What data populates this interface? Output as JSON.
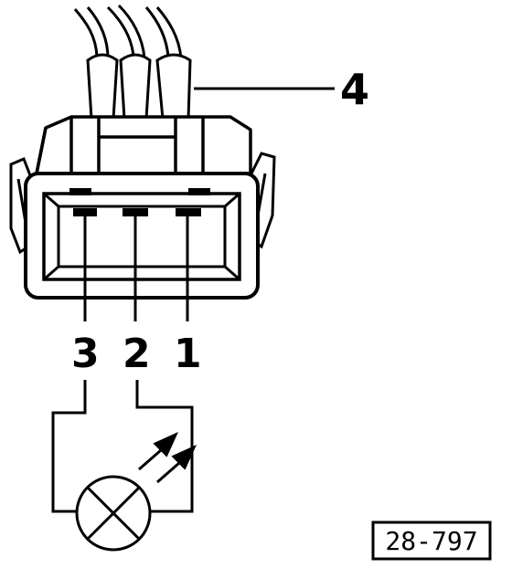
{
  "diagram": {
    "callout_label": "4",
    "pins": [
      {
        "label": "3"
      },
      {
        "label": "2"
      },
      {
        "label": "1"
      }
    ],
    "figure_ref": "28-797"
  }
}
